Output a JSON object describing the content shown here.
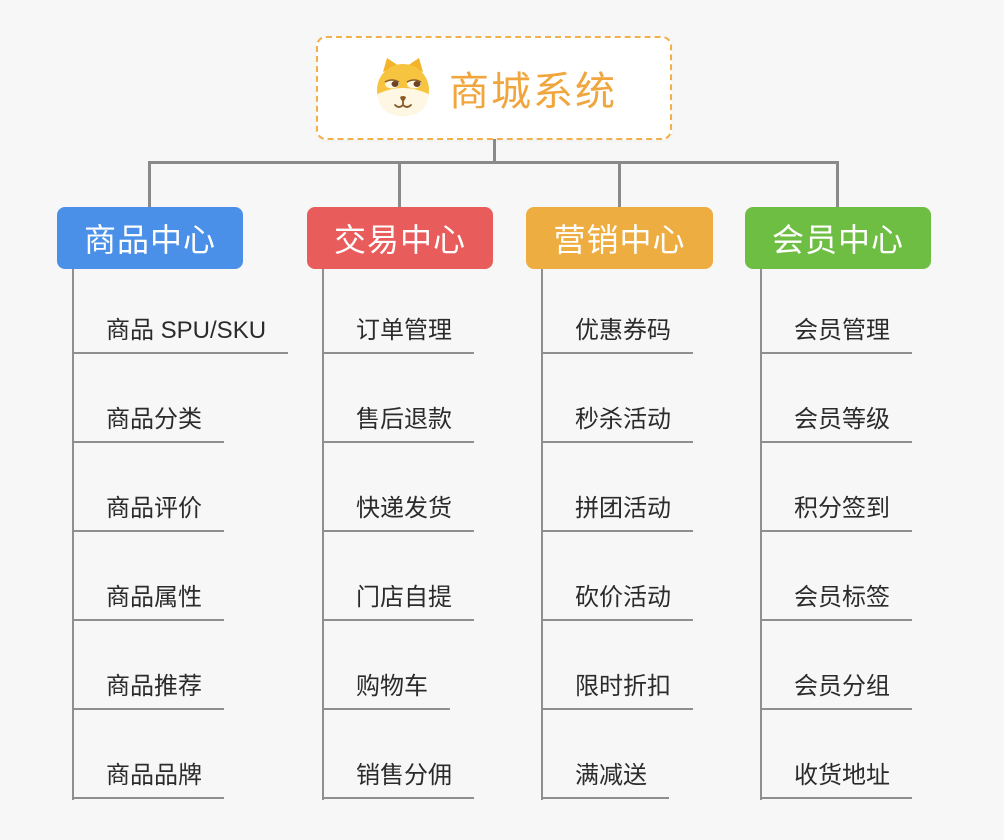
{
  "root": {
    "title": "商城系统",
    "icon": "shiba-dog-icon",
    "title_color": "#f0a63c",
    "border_color": "#f2b04c"
  },
  "connector_color": "#8a8a8a",
  "branches": [
    {
      "label": "商品中心",
      "color": "#4a90e8",
      "items": [
        "商品 SPU/SKU",
        "商品分类",
        "商品评价",
        "商品属性",
        "商品推荐",
        "商品品牌"
      ]
    },
    {
      "label": "交易中心",
      "color": "#e85c5c",
      "items": [
        "订单管理",
        "售后退款",
        "快递发货",
        "门店自提",
        "购物车",
        "销售分佣"
      ]
    },
    {
      "label": "营销中心",
      "color": "#eead40",
      "items": [
        "优惠券码",
        "秒杀活动",
        "拼团活动",
        "砍价活动",
        "限时折扣",
        "满减送"
      ]
    },
    {
      "label": "会员中心",
      "color": "#6fbe44",
      "items": [
        "会员管理",
        "会员等级",
        "积分签到",
        "会员标签",
        "会员分组",
        "收货地址"
      ]
    }
  ]
}
